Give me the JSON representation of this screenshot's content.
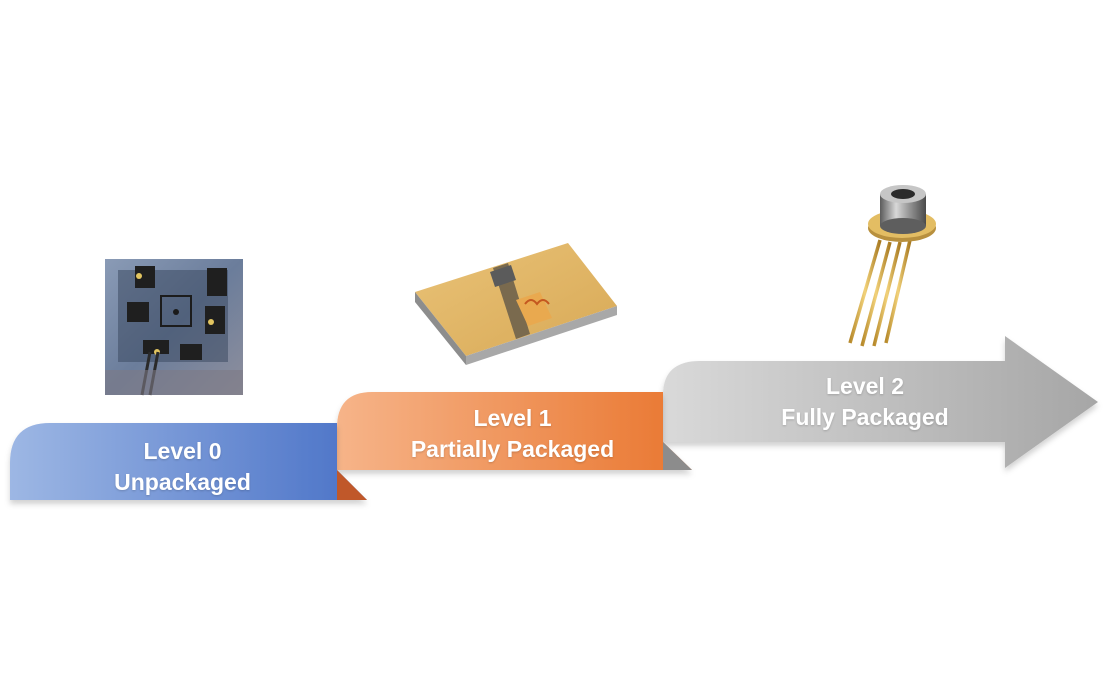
{
  "stages": [
    {
      "level": "Level 0",
      "name": "Unpackaged",
      "color_from": "#9db7e4",
      "color_to": "#4a72c7"
    },
    {
      "level": "Level 1",
      "name": "Partially Packaged",
      "color_from": "#f6b489",
      "color_to": "#e9762f"
    },
    {
      "level": "Level 2",
      "name": "Fully Packaged",
      "color_from": "#d7d7d7",
      "color_to": "#a8a8a8"
    }
  ],
  "illustrations": {
    "level0": "bare-laser-die-photo",
    "level1": "chip-on-submount",
    "level2": "to-can-package-with-pins"
  }
}
